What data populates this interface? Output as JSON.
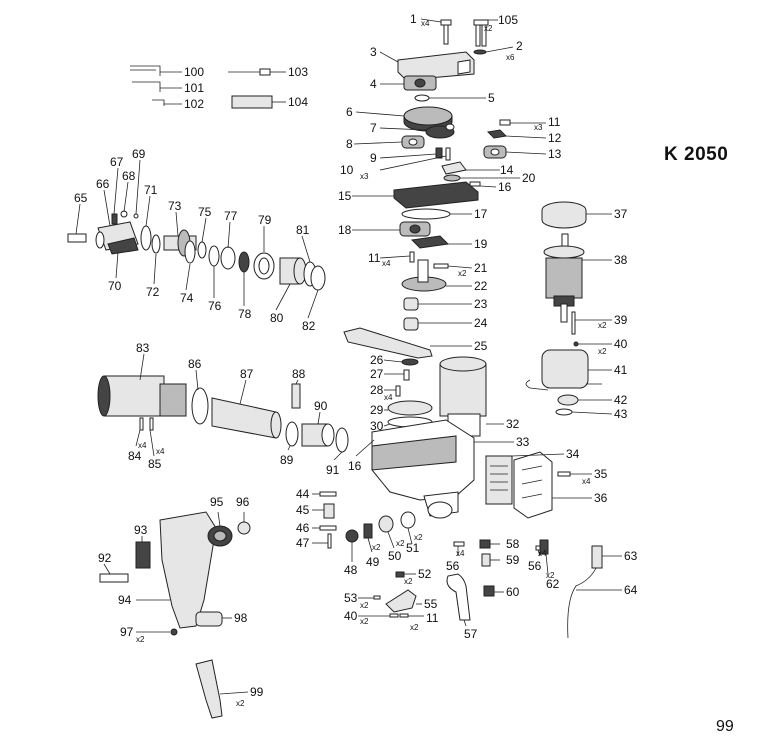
{
  "model": "K 2050",
  "page_number": "99",
  "callouts": [
    {
      "id": "c1",
      "num": "1",
      "qty": "x4"
    },
    {
      "id": "c105",
      "num": "105",
      "qty": "x2"
    },
    {
      "id": "c2",
      "num": "2",
      "qty": "x6"
    },
    {
      "id": "c3",
      "num": "3",
      "qty": ""
    },
    {
      "id": "c4",
      "num": "4",
      "qty": ""
    },
    {
      "id": "c5",
      "num": "5",
      "qty": ""
    },
    {
      "id": "c6",
      "num": "6",
      "qty": ""
    },
    {
      "id": "c7",
      "num": "7",
      "qty": ""
    },
    {
      "id": "c8",
      "num": "8",
      "qty": ""
    },
    {
      "id": "c9",
      "num": "9",
      "qty": ""
    },
    {
      "id": "c10",
      "num": "10",
      "qty": "x3"
    },
    {
      "id": "c11a",
      "num": "11",
      "qty": "x3"
    },
    {
      "id": "c12",
      "num": "12",
      "qty": ""
    },
    {
      "id": "c13",
      "num": "13",
      "qty": ""
    },
    {
      "id": "c14",
      "num": "14",
      "qty": ""
    },
    {
      "id": "c20",
      "num": "20",
      "qty": ""
    },
    {
      "id": "c15",
      "num": "15",
      "qty": ""
    },
    {
      "id": "c16a",
      "num": "16",
      "qty": ""
    },
    {
      "id": "c17",
      "num": "17",
      "qty": ""
    },
    {
      "id": "c18",
      "num": "18",
      "qty": ""
    },
    {
      "id": "c19",
      "num": "19",
      "qty": ""
    },
    {
      "id": "c11b",
      "num": "11",
      "qty": "x4"
    },
    {
      "id": "c21",
      "num": "21",
      "qty": "x2"
    },
    {
      "id": "c22",
      "num": "22",
      "qty": ""
    },
    {
      "id": "c23",
      "num": "23",
      "qty": ""
    },
    {
      "id": "c24",
      "num": "24",
      "qty": ""
    },
    {
      "id": "c25",
      "num": "25",
      "qty": ""
    },
    {
      "id": "c26",
      "num": "26",
      "qty": ""
    },
    {
      "id": "c27",
      "num": "27",
      "qty": ""
    },
    {
      "id": "c28",
      "num": "28",
      "qty": "x4"
    },
    {
      "id": "c29",
      "num": "29",
      "qty": ""
    },
    {
      "id": "c30",
      "num": "30",
      "qty": ""
    },
    {
      "id": "c16b",
      "num": "16",
      "qty": ""
    },
    {
      "id": "c32",
      "num": "32",
      "qty": ""
    },
    {
      "id": "c33",
      "num": "33",
      "qty": ""
    },
    {
      "id": "c34",
      "num": "34",
      "qty": ""
    },
    {
      "id": "c35",
      "num": "35",
      "qty": "x4"
    },
    {
      "id": "c36",
      "num": "36",
      "qty": ""
    },
    {
      "id": "c37",
      "num": "37",
      "qty": ""
    },
    {
      "id": "c38",
      "num": "38",
      "qty": ""
    },
    {
      "id": "c39",
      "num": "39",
      "qty": "x2"
    },
    {
      "id": "c40a",
      "num": "40",
      "qty": "x2"
    },
    {
      "id": "c41",
      "num": "41",
      "qty": ""
    },
    {
      "id": "c42",
      "num": "42",
      "qty": ""
    },
    {
      "id": "c43",
      "num": "43",
      "qty": ""
    },
    {
      "id": "c100",
      "num": "100",
      "qty": ""
    },
    {
      "id": "c101",
      "num": "101",
      "qty": ""
    },
    {
      "id": "c102",
      "num": "102",
      "qty": ""
    },
    {
      "id": "c103",
      "num": "103",
      "qty": ""
    },
    {
      "id": "c104",
      "num": "104",
      "qty": ""
    },
    {
      "id": "c65",
      "num": "65",
      "qty": ""
    },
    {
      "id": "c66",
      "num": "66",
      "qty": ""
    },
    {
      "id": "c67",
      "num": "67",
      "qty": ""
    },
    {
      "id": "c68",
      "num": "68",
      "qty": ""
    },
    {
      "id": "c69",
      "num": "69",
      "qty": ""
    },
    {
      "id": "c70",
      "num": "70",
      "qty": ""
    },
    {
      "id": "c71",
      "num": "71",
      "qty": ""
    },
    {
      "id": "c72",
      "num": "72",
      "qty": ""
    },
    {
      "id": "c73",
      "num": "73",
      "qty": ""
    },
    {
      "id": "c74",
      "num": "74",
      "qty": ""
    },
    {
      "id": "c75",
      "num": "75",
      "qty": ""
    },
    {
      "id": "c76",
      "num": "76",
      "qty": ""
    },
    {
      "id": "c77",
      "num": "77",
      "qty": ""
    },
    {
      "id": "c78",
      "num": "78",
      "qty": ""
    },
    {
      "id": "c79",
      "num": "79",
      "qty": ""
    },
    {
      "id": "c80",
      "num": "80",
      "qty": ""
    },
    {
      "id": "c81",
      "num": "81",
      "qty": ""
    },
    {
      "id": "c82",
      "num": "82",
      "qty": ""
    },
    {
      "id": "c83",
      "num": "83",
      "qty": ""
    },
    {
      "id": "c84",
      "num": "84",
      "qty": "x4"
    },
    {
      "id": "c85",
      "num": "85",
      "qty": "x4"
    },
    {
      "id": "c86",
      "num": "86",
      "qty": ""
    },
    {
      "id": "c87",
      "num": "87",
      "qty": ""
    },
    {
      "id": "c88",
      "num": "88",
      "qty": ""
    },
    {
      "id": "c89",
      "num": "89",
      "qty": ""
    },
    {
      "id": "c90",
      "num": "90",
      "qty": ""
    },
    {
      "id": "c91",
      "num": "91",
      "qty": ""
    },
    {
      "id": "c44",
      "num": "44",
      "qty": ""
    },
    {
      "id": "c45",
      "num": "45",
      "qty": ""
    },
    {
      "id": "c46",
      "num": "46",
      "qty": ""
    },
    {
      "id": "c47",
      "num": "47",
      "qty": ""
    },
    {
      "id": "c48",
      "num": "48",
      "qty": ""
    },
    {
      "id": "c49",
      "num": "49",
      "qty": "x2"
    },
    {
      "id": "c50",
      "num": "50",
      "qty": "x2"
    },
    {
      "id": "c51",
      "num": "51",
      "qty": "x2"
    },
    {
      "id": "c52",
      "num": "52",
      "qty": "x2"
    },
    {
      "id": "c53",
      "num": "53",
      "qty": "x2"
    },
    {
      "id": "c55",
      "num": "55",
      "qty": ""
    },
    {
      "id": "c40b",
      "num": "40",
      "qty": "x2"
    },
    {
      "id": "c11c",
      "num": "11",
      "qty": "x2"
    },
    {
      "id": "c56a",
      "num": "56",
      "qty": "x4"
    },
    {
      "id": "c57",
      "num": "57",
      "qty": ""
    },
    {
      "id": "c58",
      "num": "58",
      "qty": ""
    },
    {
      "id": "c59",
      "num": "59",
      "qty": ""
    },
    {
      "id": "c60",
      "num": "60",
      "qty": ""
    },
    {
      "id": "c56b",
      "num": "56",
      "qty": "x4"
    },
    {
      "id": "c62",
      "num": "62",
      "qty": "x2"
    },
    {
      "id": "c63",
      "num": "63",
      "qty": ""
    },
    {
      "id": "c64",
      "num": "64",
      "qty": ""
    },
    {
      "id": "c92",
      "num": "92",
      "qty": ""
    },
    {
      "id": "c93",
      "num": "93",
      "qty": ""
    },
    {
      "id": "c94",
      "num": "94",
      "qty": ""
    },
    {
      "id": "c95",
      "num": "95",
      "qty": ""
    },
    {
      "id": "c96",
      "num": "96",
      "qty": ""
    },
    {
      "id": "c97",
      "num": "97",
      "qty": "x2"
    },
    {
      "id": "c98",
      "num": "98",
      "qty": ""
    },
    {
      "id": "c99",
      "num": "99",
      "qty": "x2"
    }
  ]
}
